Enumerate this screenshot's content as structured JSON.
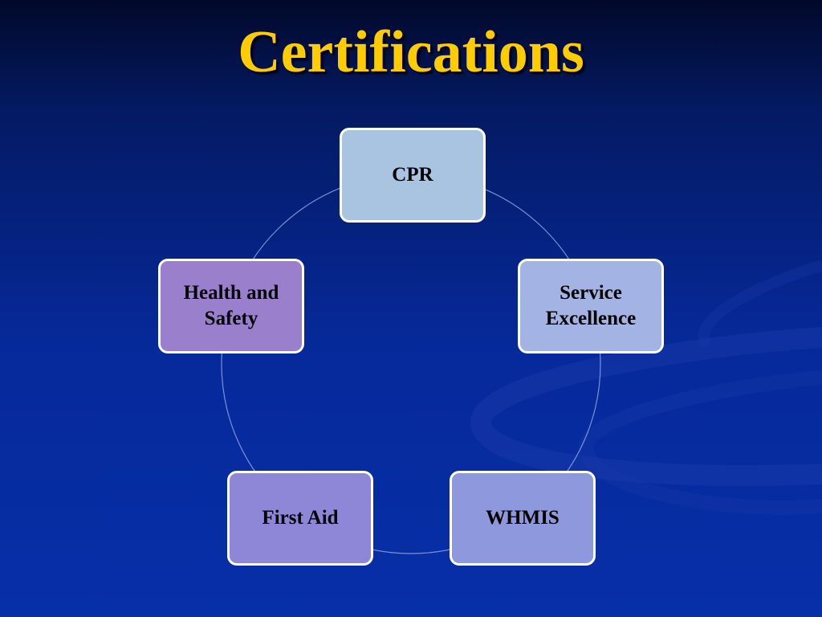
{
  "title": "Certifications",
  "colors": {
    "title": "#ffcc00",
    "ring_line": "#8fa3e0",
    "swoosh": "#1a3aa8"
  },
  "cycle": {
    "nodes": [
      {
        "label": "CPR",
        "color": "#a9c4e0"
      },
      {
        "label": "Service Excellence",
        "color": "#a3b3e3"
      },
      {
        "label": "WHMIS",
        "color": "#8e98dc"
      },
      {
        "label": "First Aid",
        "color": "#8e86d6"
      },
      {
        "label": "Health and Safety",
        "color": "#9a80cc"
      }
    ]
  }
}
